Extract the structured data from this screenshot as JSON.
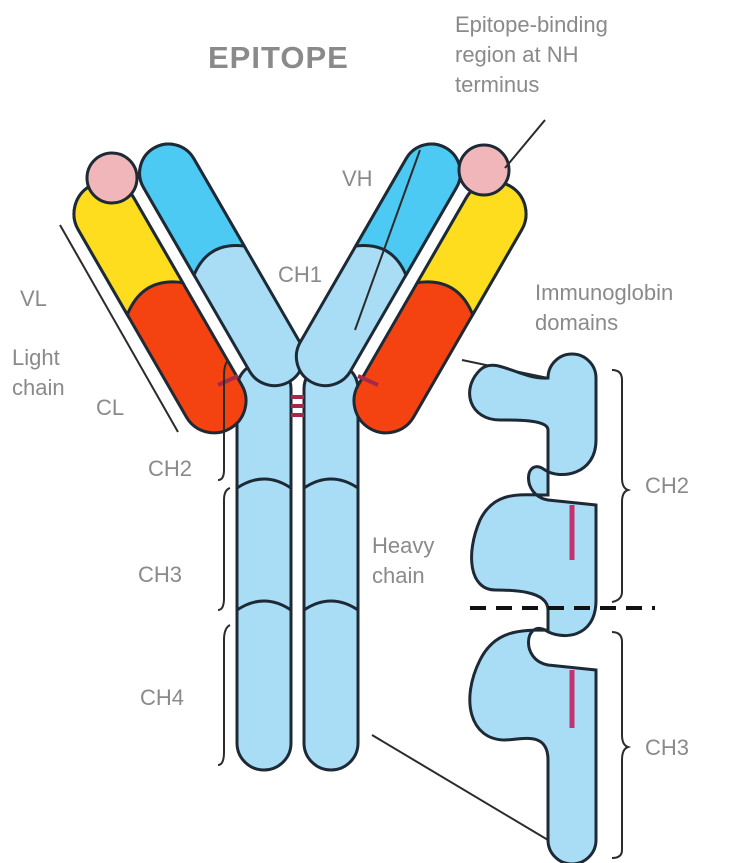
{
  "title": "EPITOPE",
  "labels": {
    "epitope_binding": [
      "Epitope-binding",
      "region at NH",
      "terminus"
    ],
    "vh": "VH",
    "ch1": "CH1",
    "vl": "VL",
    "light_chain": [
      "Light",
      "chain"
    ],
    "cl": "CL",
    "ch2": "CH2",
    "ch3": "CH3",
    "ch4": "CH4",
    "heavy_chain": [
      "Heavy",
      "chain"
    ],
    "immunoglobin_domains": [
      "Immunoglobin",
      "domains"
    ],
    "inset_ch2": "CH2",
    "inset_ch3": "CH3"
  },
  "colors": {
    "heavy_domain": "#a9dcf5",
    "variable_heavy": "#4ccaf3",
    "variable_light": "#fedc1e",
    "constant_light": "#f44211",
    "antigen_site": "#f0b6b9",
    "disulfide_bond": "#a52a4a",
    "inset_bond": "#c0356f",
    "outline": "#1d2a36",
    "label_text": "#8a8a8a"
  }
}
